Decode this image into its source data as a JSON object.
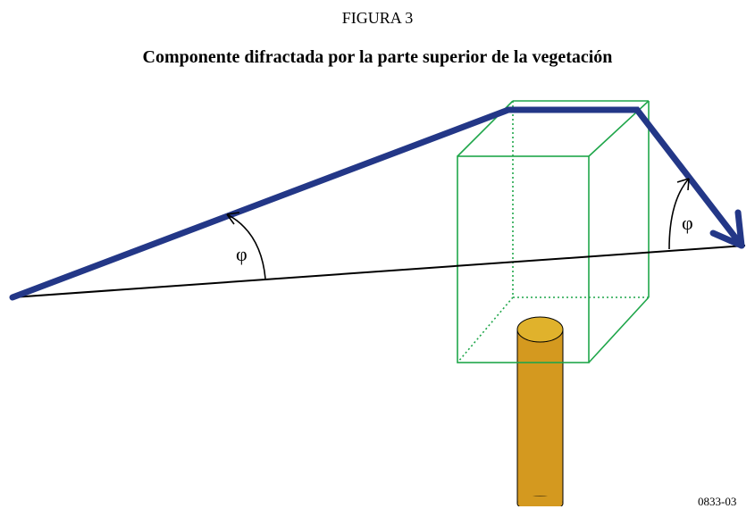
{
  "figure": {
    "label": "FIGURA 3",
    "title": "Componente difractada por la parte superior de la vegetación",
    "code": "0833-03"
  },
  "angles": {
    "left_symbol": "φ",
    "right_symbol": "φ"
  },
  "colors": {
    "ray": "#233787",
    "vegetation_box": "#1fa64a",
    "trunk_fill": "#d4991f",
    "trunk_top": "#e0b22c",
    "line": "#000000"
  }
}
